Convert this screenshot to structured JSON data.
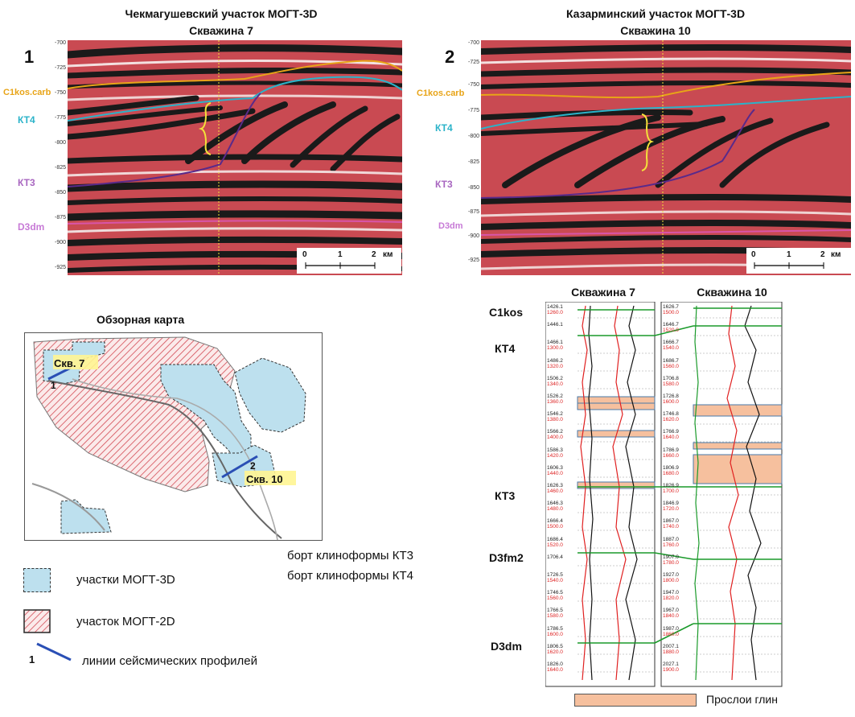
{
  "panel1": {
    "title_line1": "Чекмагушевский участок МОГТ-3D",
    "title_line2": "Скважина 7",
    "number": "1",
    "ticks": [
      "-700",
      "-725",
      "-750",
      "-775",
      "-800",
      "-825",
      "-850",
      "-875",
      "-900",
      "-925"
    ],
    "horizons": [
      {
        "label": "C1kos.carb",
        "color": "#e8a417"
      },
      {
        "label": "КТ4",
        "color": "#2bb3c9"
      },
      {
        "label": "КТ3",
        "color": "#a866c0"
      },
      {
        "label": "D3dm",
        "color": "#c77ad6"
      }
    ],
    "scale": {
      "labels": [
        "0",
        "1",
        "2"
      ],
      "unit": "км"
    }
  },
  "panel2": {
    "title_line1": "Казарминский участок МОГТ-3D",
    "title_line2": "Скважина 10",
    "number": "2",
    "ticks": [
      "-700",
      "-725",
      "-750",
      "-775",
      "-800",
      "-825",
      "-850",
      "-875",
      "-900",
      "-925"
    ],
    "horizons": [
      {
        "label": "C1kos.carb",
        "color": "#e8a417"
      },
      {
        "label": "КТ4",
        "color": "#2bb3c9"
      },
      {
        "label": "КТ3",
        "color": "#a866c0"
      },
      {
        "label": "D3dm",
        "color": "#c77ad6"
      }
    ],
    "scale": {
      "labels": [
        "0",
        "1",
        "2"
      ],
      "unit": "км"
    }
  },
  "map": {
    "title": "Обзорная карта",
    "well7": "Скв. 7",
    "well10": "Скв. 10",
    "profile1": "1",
    "profile2": "2",
    "kt3_edge": "борт клиноформы КТ3",
    "kt4_edge": "борт клиноформы КТ4"
  },
  "legend": {
    "area_3d": "участки МОГТ-3D",
    "area_2d": "участок МОГТ-2D",
    "profile_num": "1",
    "profiles": "линии сейсмических профилей",
    "clay": "Прослои глин"
  },
  "logs": {
    "well7_title": "Скважина 7",
    "well10_title": "Скважина 10",
    "strat": [
      "C1kos",
      "КТ4",
      "КТ3",
      "D3fm2",
      "D3dm"
    ],
    "well7_depths": [
      [
        "1426.1",
        "1260.0"
      ],
      [
        "1446.1",
        ""
      ],
      [
        "1466.1",
        "1300.0"
      ],
      [
        "1486.2",
        "1320.0"
      ],
      [
        "1506.2",
        "1340.0"
      ],
      [
        "1526.2",
        "1360.0"
      ],
      [
        "1546.2",
        "1380.0"
      ],
      [
        "1566.2",
        "1400.0"
      ],
      [
        "1586.3",
        "1420.0"
      ],
      [
        "1606.3",
        "1440.0"
      ],
      [
        "1626.3",
        "1460.0"
      ],
      [
        "1646.3",
        "1480.0"
      ],
      [
        "1666.4",
        "1500.0"
      ],
      [
        "1686.4",
        "1520.0"
      ],
      [
        "1706.4",
        ""
      ],
      [
        "1726.5",
        "1540.0"
      ],
      [
        "1746.5",
        "1560.0"
      ],
      [
        "1766.5",
        "1580.0"
      ],
      [
        "1786.5",
        "1600.0"
      ],
      [
        "1806.5",
        "1620.0"
      ],
      [
        "1826.0",
        "1640.0"
      ]
    ],
    "well10_depths": [
      [
        "1626.7",
        "1500.0"
      ],
      [
        "1646.7",
        "1520.0"
      ],
      [
        "1666.7",
        "1540.0"
      ],
      [
        "1686.7",
        "1560.0"
      ],
      [
        "1706.8",
        "1580.0"
      ],
      [
        "1726.8",
        "1600.0"
      ],
      [
        "1746.8",
        "1620.0"
      ],
      [
        "1766.9",
        "1640.0"
      ],
      [
        "1786.9",
        "1660.0"
      ],
      [
        "1806.9",
        "1680.0"
      ],
      [
        "1826.9",
        "1700.0"
      ],
      [
        "1846.9",
        "1720.0"
      ],
      [
        "1867.0",
        "1740.0"
      ],
      [
        "1887.0",
        "1760.0"
      ],
      [
        "1907.0",
        "1780.0"
      ],
      [
        "1927.0",
        "1800.0"
      ],
      [
        "1947.0",
        "1820.0"
      ],
      [
        "1967.0",
        "1840.0"
      ],
      [
        "1987.0",
        "1860.0"
      ],
      [
        "2007.1",
        "1880.0"
      ],
      [
        "2027.1",
        "1900.0"
      ]
    ]
  }
}
